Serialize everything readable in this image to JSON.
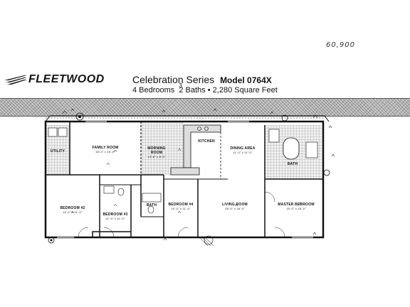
{
  "handwritten_note": "60,900",
  "header": {
    "brand": "FLEETWOOD",
    "series": "Celebration Series",
    "model": "Model 0764X",
    "bedrooms": "4 Bedrooms",
    "baths_strike": "3",
    "baths": "2 Baths",
    "sqft": "2,280 Square Feet"
  },
  "rooms": {
    "utility": "UTILITY",
    "family_room": "FAMILY ROOM",
    "family_room_dim": "16'-0\" x 16'-0\"",
    "morning_room": "MORNING ROOM",
    "morning_room_dim": "13'-8\" x 8'-0\"",
    "kitchen": "KITCHEN",
    "dining_area": "DINING AREA",
    "dining_area_dim": "11'-0\" x 11'-0\"",
    "bath": "BATH",
    "bath2": "BATH",
    "bedroom2": "BEDROOM #2",
    "bedroom2_dim": "11'-0\" x 11'-0\"",
    "bedroom3": "BEDROOM #3",
    "bedroom3_dim": "11'-0\" x 11'-0\"",
    "bedroom4": "BEDROOM #4",
    "bedroom4_dim": "10'-0\" x 11'-0\"",
    "living_room": "LIVING ROOM",
    "living_room_dim": "16'-0\" x 16'-0\"",
    "master_bedroom": "MASTER BEDROOM",
    "master_bedroom_dim": "15'-0\" x 15'-0\""
  }
}
